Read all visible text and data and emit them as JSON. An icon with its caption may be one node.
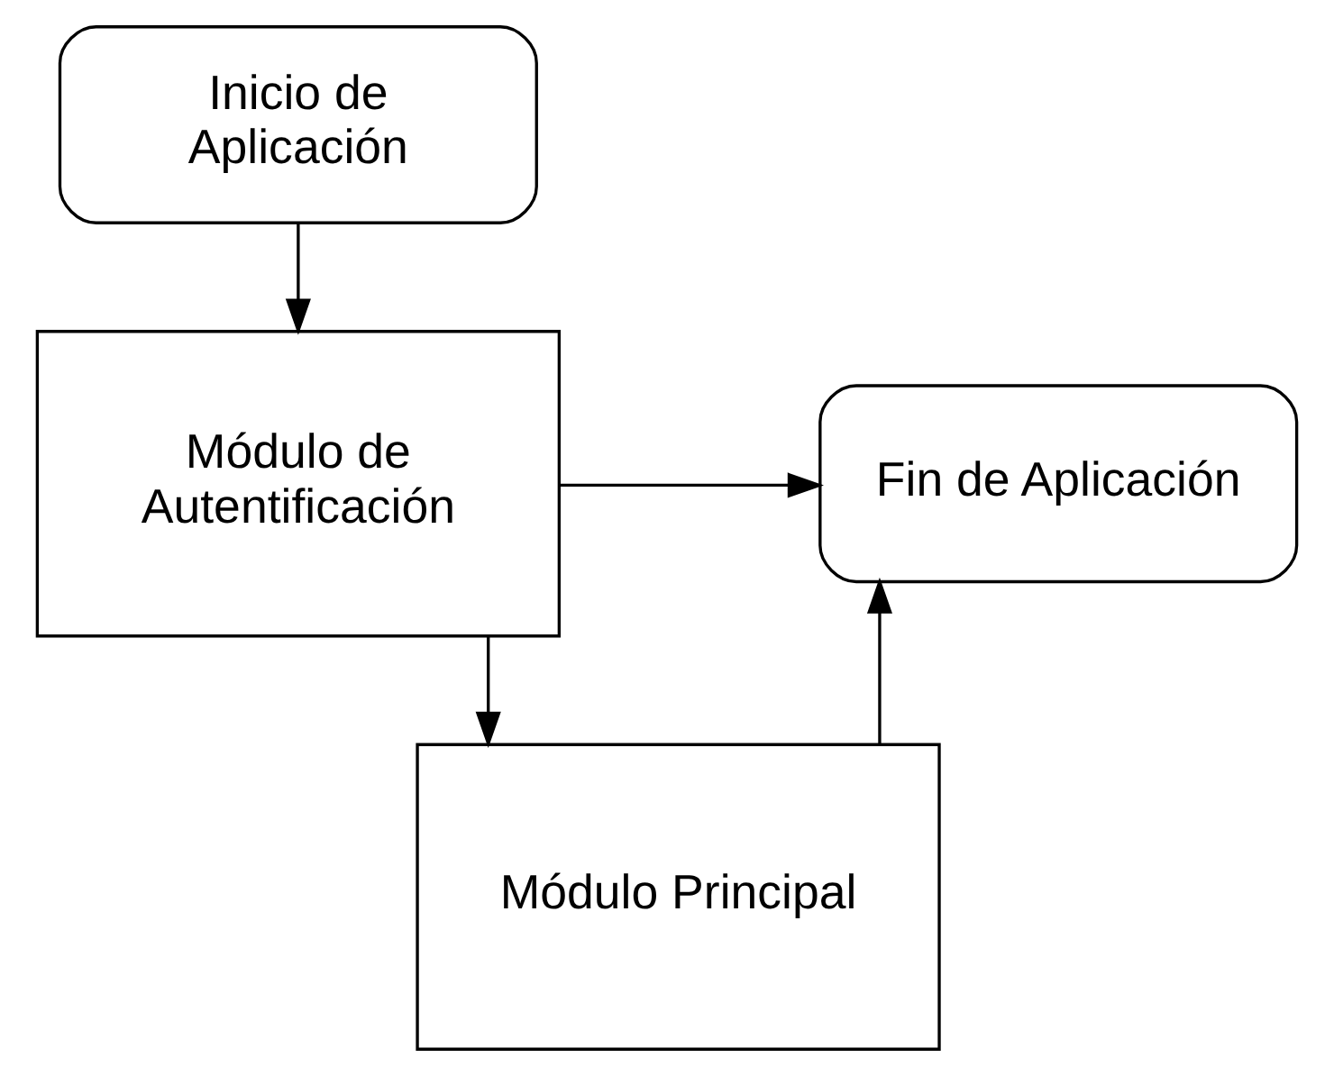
{
  "diagram": {
    "nodes": [
      {
        "text": [
          "Inicio de Aplicación"
        ]
      },
      {
        "text": [
          "Módulo de Autentificación"
        ]
      },
      {
        "text": [
          "Fin de Aplicación"
        ]
      },
      {
        "text": [
          "Módulo Principal"
        ]
      }
    ],
    "edges": [
      {
        "from": 0,
        "to": 1,
        "arrow": "to"
      },
      {
        "from": 1,
        "to": 2,
        "arrow": "to"
      },
      {
        "from": 1,
        "to": 3,
        "arrow": "to"
      },
      {
        "from": 3,
        "to": 2,
        "arrow": "to"
      }
    ]
  }
}
